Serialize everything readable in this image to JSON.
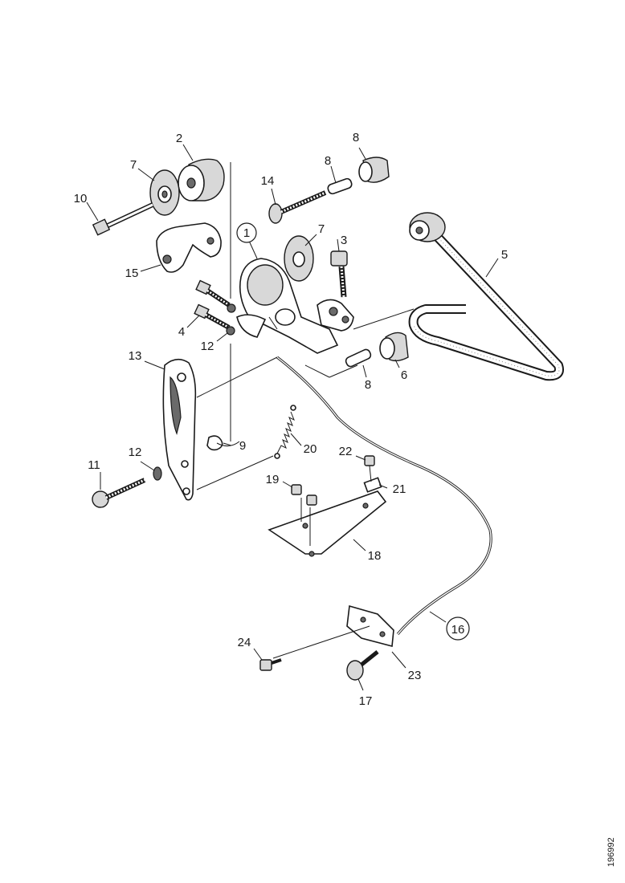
{
  "labels": {
    "l1": "1",
    "l2": "2",
    "l3": "3",
    "l4": "4",
    "l5": "5",
    "l6": "6",
    "l7a": "7",
    "l7b": "7",
    "l8a": "8",
    "l8b": "8",
    "l8c": "8",
    "l9": "9",
    "l10": "10",
    "l11": "11",
    "l12a": "12",
    "l12b": "12",
    "l13": "13",
    "l14": "14",
    "l15": "15",
    "l16": "16",
    "l17": "17",
    "l18": "18",
    "l19": "19",
    "l20": "20",
    "l21": "21",
    "l22": "22",
    "l23": "23",
    "l24": "24"
  },
  "drawing_code": "196992"
}
